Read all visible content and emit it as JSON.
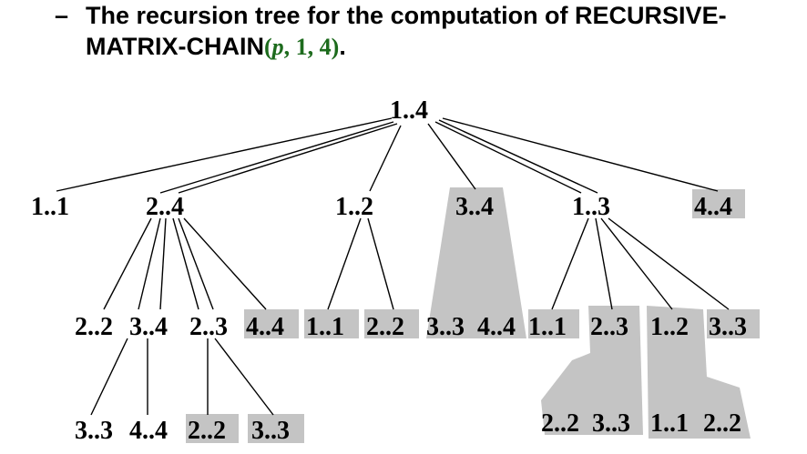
{
  "caption": {
    "dash": "–",
    "text": "The recursion tree for the computation of RECURSIVE-MATRIX-CHAIN",
    "arg_open": "(",
    "arg_p": "p",
    "arg_rest": ", 1, 4)",
    "period": "."
  },
  "tree": {
    "root": "1..4",
    "level1": [
      "1..1",
      "2..4",
      "1..2",
      "3..4",
      "1..3",
      "4..4"
    ],
    "level2": [
      "2..2",
      "3..4",
      "2..3",
      "4..4",
      "1..1",
      "2..2",
      "3..3",
      "4..4",
      "1..1",
      "2..3",
      "1..2",
      "3..3"
    ],
    "level3": [
      "3..3",
      "4..4",
      "2..2",
      "3..3",
      "2..2",
      "3..3",
      "1..1",
      "2..2"
    ]
  },
  "colors": {
    "highlight": "#c4c4c4",
    "line": "#000000",
    "arg": "#1d6b1d"
  }
}
